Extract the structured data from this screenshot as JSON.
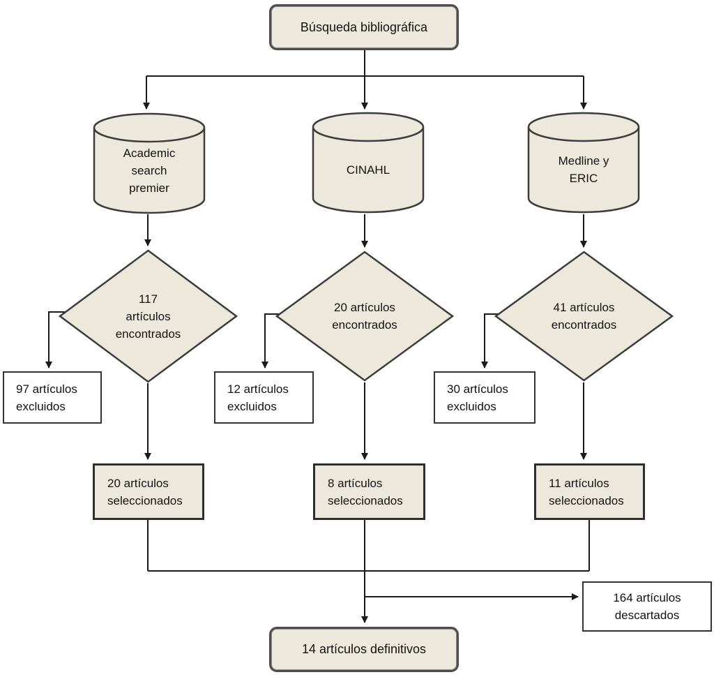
{
  "theme": {
    "colors": {
      "node-fill": "#ece9dc",
      "node-border": "#4d4d4d",
      "shape-stroke": "#3c3c3c",
      "line": "#1a1a1a",
      "box-bg": "#ffffff",
      "text": "#111111",
      "page-bg": "#ffffff"
    }
  },
  "diagram": {
    "root": {
      "label": "Búsqueda bibliográfica"
    },
    "columns": [
      {
        "database": "Academic\nsearch\npremier",
        "found": "117\nartículos\nencontrados",
        "excluded": "97 artículos\nexcluidos",
        "selected": "20 artículos\nseleccionados"
      },
      {
        "database": "CINAHL",
        "found": "20 artículos\nencontrados",
        "excluded": "12 artículos\nexcluidos",
        "selected": "8 artículos\nseleccionados"
      },
      {
        "database": "Medline y\nERIC",
        "found": "41 artículos\nencontrados",
        "excluded": "30 artículos\nexcluidos",
        "selected": "11 artículos\nseleccionados"
      }
    ],
    "discarded": {
      "label": "164 artículos\ndescartados"
    },
    "final": {
      "label": "14 artículos definitivos"
    }
  }
}
